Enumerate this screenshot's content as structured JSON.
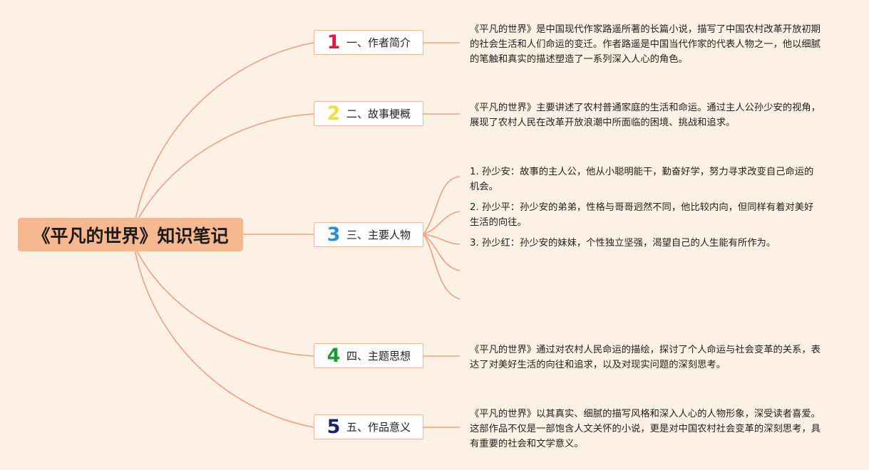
{
  "root": {
    "title": "《平凡的世界》知识笔记"
  },
  "colors": {
    "background": "#fdf1e6",
    "line": "#f2a07b",
    "root_fill": "#f7b78f",
    "num1": "#d8213d",
    "num2": "#f3dd3f",
    "num3": "#2b8fd6",
    "num4": "#1d9a36",
    "num5": "#17236b"
  },
  "branches": [
    {
      "num": "1",
      "label": "一、作者简介",
      "leaves": [
        "《平凡的世界》是中国现代作家路遥所著的长篇小说，描写了中国农村改革开放初期的社会生活和人们命运的变迁。作者路遥是中国当代作家的代表人物之一，他以细腻的笔触和真实的描述塑造了一系列深入人心的角色。"
      ]
    },
    {
      "num": "2",
      "label": "二、故事梗概",
      "leaves": [
        "《平凡的世界》主要讲述了农村普通家庭的生活和命运。通过主人公孙少安的视角，展现了农村人民在改革开放浪潮中所面临的困境、挑战和追求。"
      ]
    },
    {
      "num": "3",
      "label": "三、主要人物",
      "leaves": [
        "1. 孙少安：故事的主人公，他从小聪明能干，勤奋好学，努力寻求改变自己命运的机会。",
        "2. 孙少平：孙少安的弟弟，性格与哥哥迥然不同，他比较内向，但同样有着对美好生活的向往。",
        "3. 孙少红：孙少安的妹妹，个性独立坚强，渴望自己的人生能有所作为。"
      ]
    },
    {
      "num": "4",
      "label": "四、主题思想",
      "leaves": [
        "《平凡的世界》通过对农村人民命运的描绘，探讨了个人命运与社会变革的关系，表达了对美好生活的向往和追求，以及对现实问题的深刻思考。"
      ]
    },
    {
      "num": "5",
      "label": "五、作品意义",
      "leaves": [
        "《平凡的世界》以其真实、细腻的描写风格和深入人心的人物形象，深受读者喜爱。这部作品不仅是一部饱含人文关怀的小说，更是对中国农村社会变革的深刻思考，具有重要的社会和文学意义。"
      ]
    }
  ]
}
